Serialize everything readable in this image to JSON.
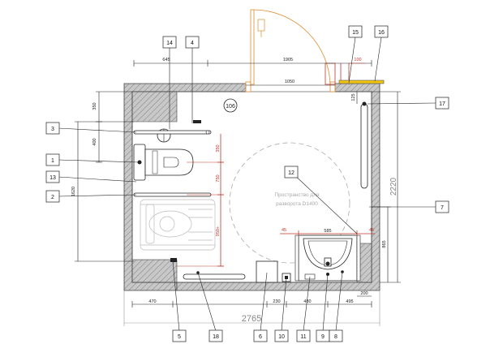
{
  "room": {
    "number": "106",
    "turning_label_line1": "Пространство для",
    "turning_label_line2": "разворота D1400"
  },
  "dimensions": {
    "overall_width": "2765",
    "overall_height": "2220",
    "top_645": "645",
    "top_1905": "1905",
    "top_1050": "1050",
    "top_100": "100",
    "left_350": "350",
    "left_400": "400",
    "left_1620": "1620",
    "wc_350": "350",
    "wc_750": "750",
    "wc_950": "950+",
    "side_125": "125",
    "sink_45_left": "45",
    "sink_585": "585",
    "sink_45_right": "45",
    "right_865": "865",
    "right_200": "200",
    "bottom_470": "470",
    "bottom_230": "230",
    "bottom_480": "480",
    "bottom_495": "495"
  },
  "callouts": [
    {
      "id": "1",
      "label": "1"
    },
    {
      "id": "2",
      "label": "2"
    },
    {
      "id": "3",
      "label": "3"
    },
    {
      "id": "4",
      "label": "4"
    },
    {
      "id": "5",
      "label": "5"
    },
    {
      "id": "6",
      "label": "6"
    },
    {
      "id": "7",
      "label": "7"
    },
    {
      "id": "8",
      "label": "8"
    },
    {
      "id": "9",
      "label": "9"
    },
    {
      "id": "10",
      "label": "10"
    },
    {
      "id": "11",
      "label": "11"
    },
    {
      "id": "12",
      "label": "12"
    },
    {
      "id": "13",
      "label": "13"
    },
    {
      "id": "14",
      "label": "14"
    },
    {
      "id": "15",
      "label": "15"
    },
    {
      "id": "16",
      "label": "16"
    },
    {
      "id": "17",
      "label": "17"
    },
    {
      "id": "18",
      "label": "18"
    }
  ],
  "colors": {
    "wall_fill": "#b5b5b5",
    "wall_stroke": "#444444",
    "door": "#e08a2c",
    "red_dim": "#c0392b",
    "gray_text": "#999999"
  }
}
